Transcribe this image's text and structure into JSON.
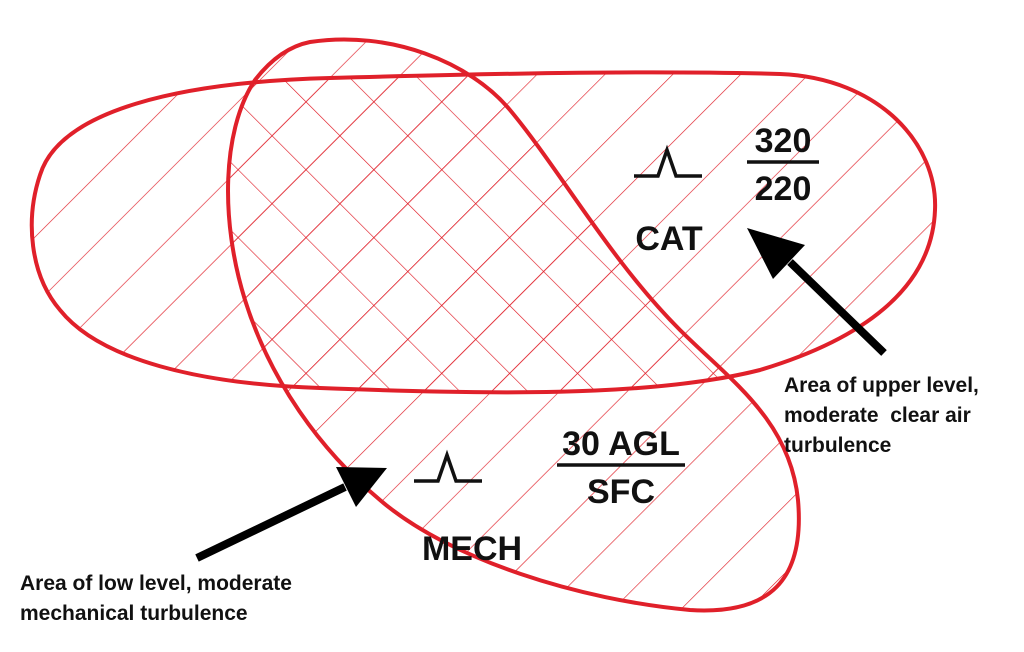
{
  "colors": {
    "outline": "#e0202a",
    "hatch": "#e0202a",
    "text": "#111111",
    "arrow": "#000000"
  },
  "upper_area": {
    "symbol": "moderate-turbulence-icon",
    "label": "CAT",
    "top": "320",
    "base": "220"
  },
  "low_area": {
    "symbol": "moderate-turbulence-icon",
    "label": "MECH",
    "top": "30 AGL",
    "base": "SFC"
  },
  "annotations": {
    "upper": [
      "Area of upper level,",
      "moderate  clear air",
      "turbulence"
    ],
    "low": [
      "Area of low level, moderate",
      "mechanical turbulence"
    ]
  }
}
